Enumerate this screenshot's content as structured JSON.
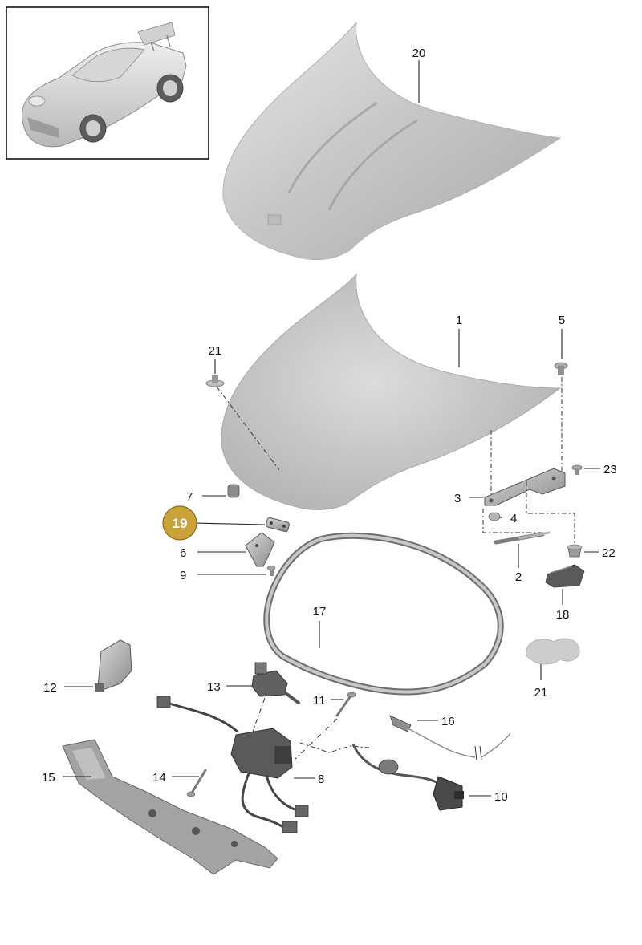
{
  "colors": {
    "highlight": "#C9A33A",
    "highlight_border": "#8A6A14",
    "part_fill": "#c9c9c9",
    "part_dark": "#6c6c6c"
  },
  "callouts": {
    "c20": "20",
    "c1": "1",
    "c5": "5",
    "c21a": "21",
    "c23": "23",
    "c3": "3",
    "c4": "4",
    "c7": "7",
    "c19": "19",
    "c22": "22",
    "c6": "6",
    "c2": "2",
    "c9": "9",
    "c17": "17",
    "c18": "18",
    "c21b": "21",
    "c12": "12",
    "c13": "13",
    "c11": "11",
    "c16": "16",
    "c15": "15",
    "c14": "14",
    "c8": "8",
    "c10": "10"
  }
}
